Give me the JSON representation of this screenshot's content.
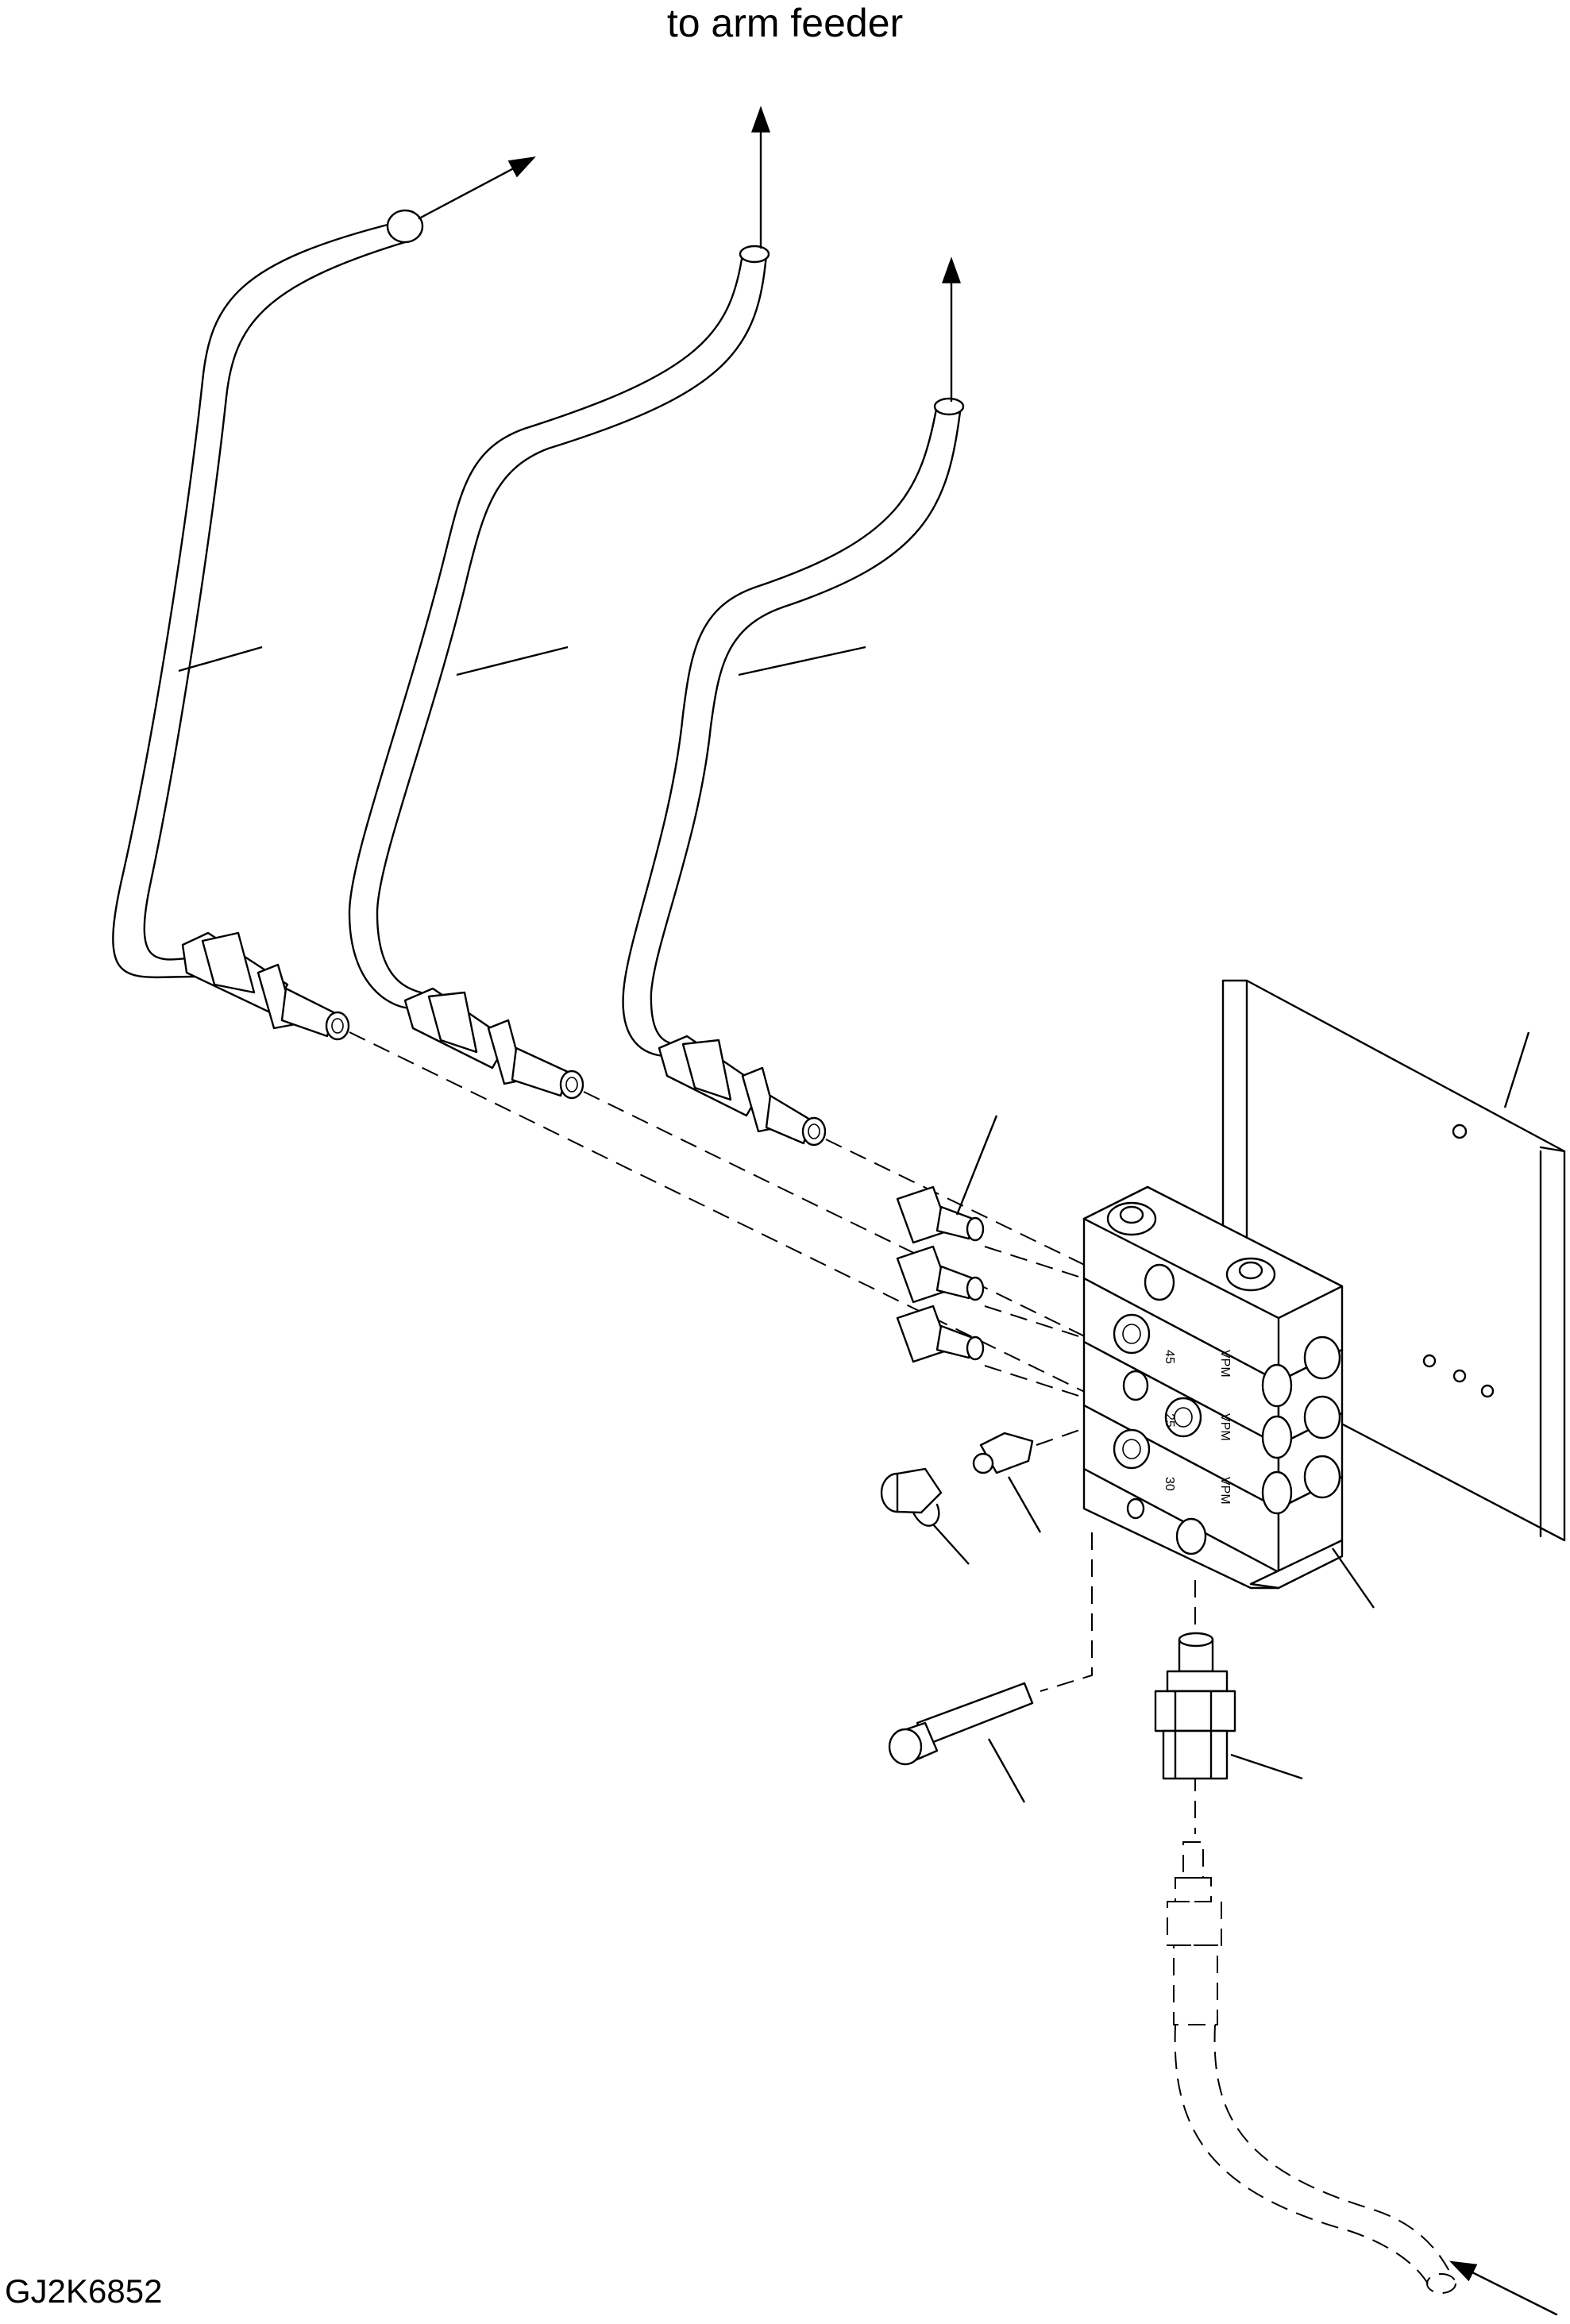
{
  "diagram": {
    "title": "to arm feeder",
    "drawing_code": "GJ2K6852",
    "block_markings": [
      "VPM",
      "VPM",
      "VPM"
    ],
    "block_port_numbers": [
      "45",
      "25",
      "30"
    ]
  }
}
